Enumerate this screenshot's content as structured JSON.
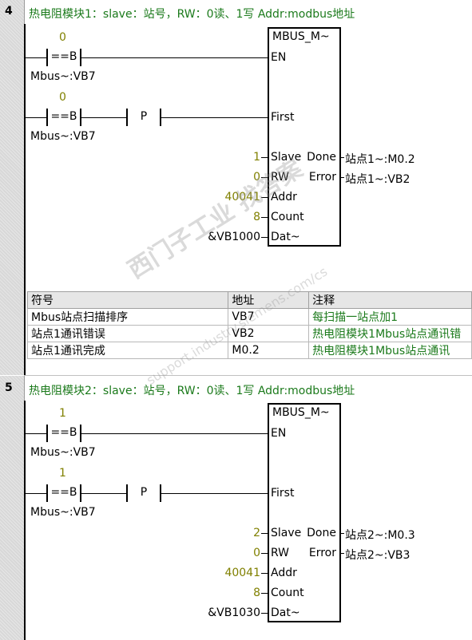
{
  "networks": [
    {
      "number": "4",
      "comment": "热电阻模块1：slave：站号，RW：0读、1写 Addr:modbus地址",
      "rung1": {
        "compare_value": "0",
        "operator": "==B",
        "operand": "Mbus~:VB7"
      },
      "rung2": {
        "compare_value": "0",
        "operator": "==B",
        "operand": "Mbus~:VB7",
        "edge": "P"
      },
      "block": {
        "title": "MBUS_M~",
        "en": "EN",
        "first": "First",
        "inputs": [
          {
            "pin": "Slave",
            "value": "1"
          },
          {
            "pin": "RW",
            "value": "0"
          },
          {
            "pin": "Addr",
            "value": "40041"
          },
          {
            "pin": "Count",
            "value": "8"
          },
          {
            "pin": "Dat~",
            "value": "&VB1000"
          }
        ],
        "outputs": [
          {
            "pin": "Done",
            "value": "站点1~:M0.2"
          },
          {
            "pin": "Error",
            "value": "站点1~:VB2"
          }
        ]
      },
      "symbol_table": {
        "headers": [
          "符号",
          "地址",
          "注释"
        ],
        "rows": [
          [
            "Mbus站点扫描排序",
            "VB7",
            "每扫描一站点加1"
          ],
          [
            "站点1通讯错误",
            "VB2",
            "热电阻模块1Mbus站点通讯错"
          ],
          [
            "站点1通讯完成",
            "M0.2",
            "热电阻模块1Mbus站点通讯"
          ]
        ]
      }
    },
    {
      "number": "5",
      "comment": "热电阻模块2：slave：站号，RW：0读、1写 Addr:modbus地址",
      "rung1": {
        "compare_value": "1",
        "operator": "==B",
        "operand": "Mbus~:VB7"
      },
      "rung2": {
        "compare_value": "1",
        "operator": "==B",
        "operand": "Mbus~:VB7",
        "edge": "P"
      },
      "block": {
        "title": "MBUS_M~",
        "en": "EN",
        "first": "First",
        "inputs": [
          {
            "pin": "Slave",
            "value": "2"
          },
          {
            "pin": "RW",
            "value": "0"
          },
          {
            "pin": "Addr",
            "value": "40041"
          },
          {
            "pin": "Count",
            "value": "8"
          },
          {
            "pin": "Dat~",
            "value": "&VB1030"
          }
        ],
        "outputs": [
          {
            "pin": "Done",
            "value": "站点2~:M0.3"
          },
          {
            "pin": "Error",
            "value": "站点2~:VB3"
          }
        ]
      }
    }
  ],
  "watermark": {
    "line1": "西门子工业 找答案",
    "line2": "support.industry.siemens.com/cs"
  }
}
